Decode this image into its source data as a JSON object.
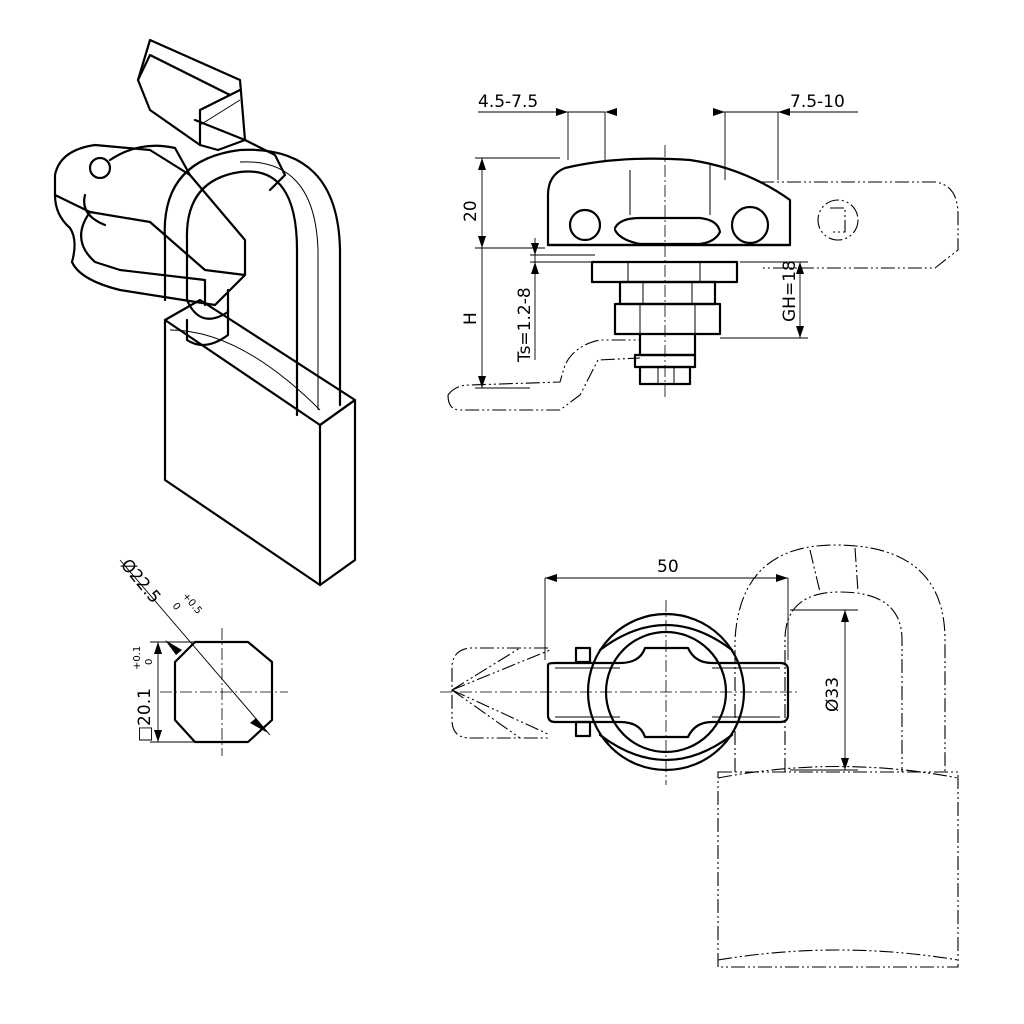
{
  "dimensions": {
    "wall_min_left": "4.5-7.5",
    "wall_right": "7.5-10",
    "height_20": "20",
    "thickness": "Ts=1.2-8",
    "h_label": "H",
    "gh": "GH=18",
    "width_50": "50",
    "dia_33": "Ø33",
    "dia_22": "Ø22.5",
    "dia_22_tol_upper": "+0.5",
    "dia_22_tol_lower": "0",
    "sq_20": "□20.1",
    "sq_20_tol_upper": "+0.1",
    "sq_20_tol_lower": "0"
  },
  "colors": {
    "line": "#000000",
    "background": "#ffffff"
  }
}
